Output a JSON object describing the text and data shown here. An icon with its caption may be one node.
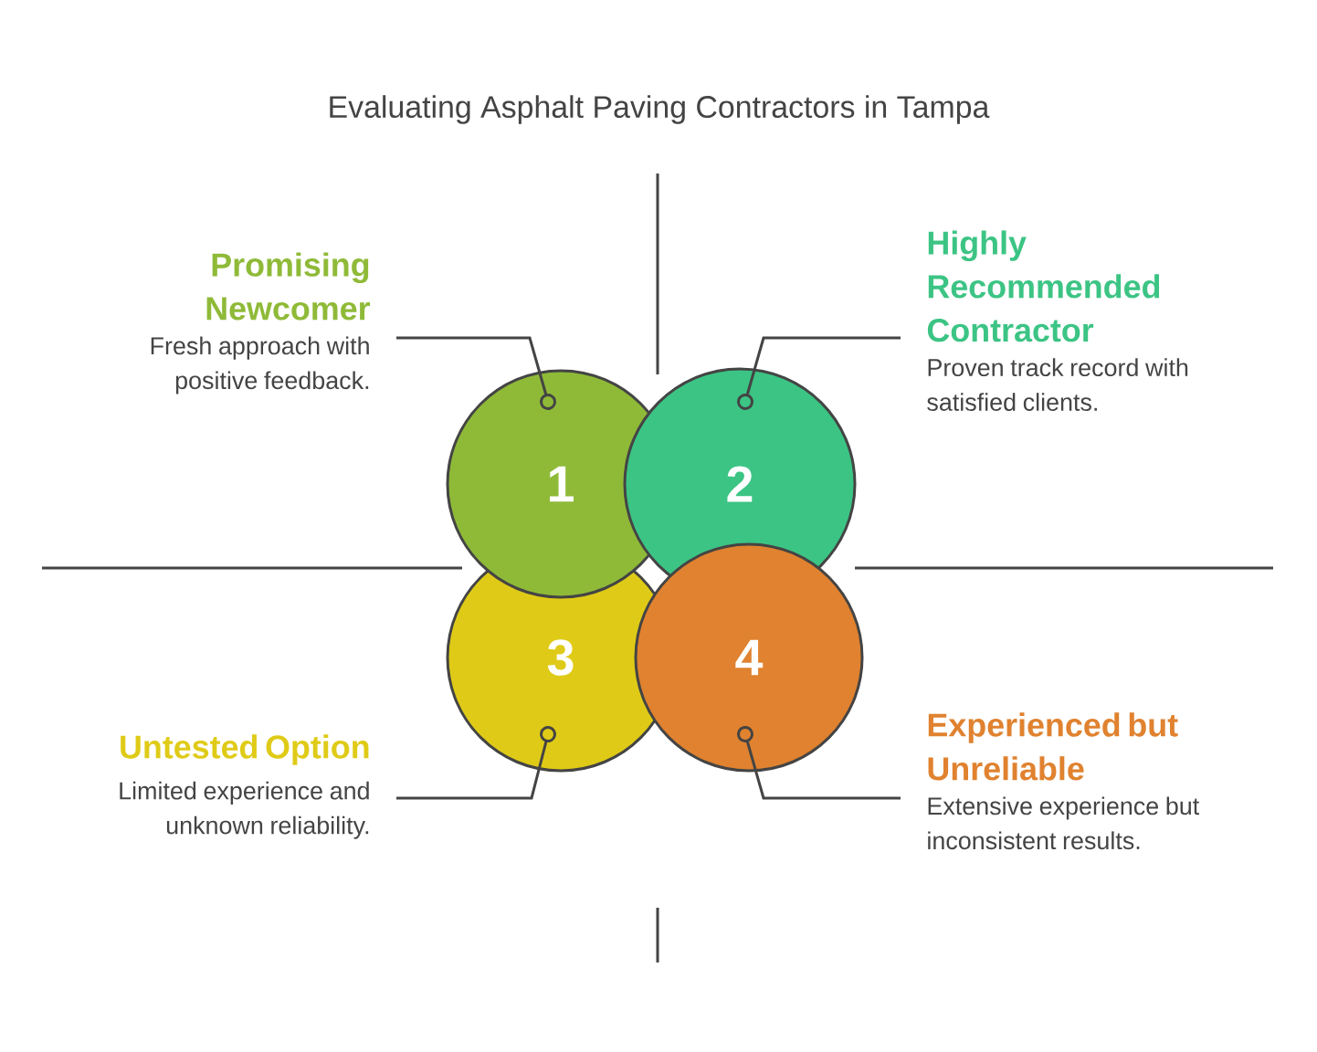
{
  "diagram": {
    "title": "Evaluating Asphalt Paving Contractors in Tampa",
    "nodes": [
      {
        "text": [
          "1"
        ]
      },
      {
        "text": [
          "2"
        ]
      },
      {
        "text": [
          "3"
        ]
      },
      {
        "text": [
          "4"
        ]
      },
      {
        "text": [
          "Promising Newcomer",
          "Fresh approach with positive feedback."
        ]
      },
      {
        "text": [
          "Highly Recommended Contractor",
          "Proven track record with satisfied clients."
        ]
      },
      {
        "text": [
          "Untested Option",
          "Limited experience and unknown reliability."
        ]
      },
      {
        "text": [
          "Experienced but Unreliable",
          "Extensive experience but inconsistent results."
        ]
      }
    ],
    "edges": [
      {
        "from": 4,
        "to": 0,
        "arrow": "other"
      },
      {
        "from": 5,
        "to": 1,
        "arrow": "other"
      },
      {
        "from": 6,
        "to": 2,
        "arrow": "other"
      },
      {
        "from": 7,
        "to": 3,
        "arrow": "other"
      }
    ]
  }
}
